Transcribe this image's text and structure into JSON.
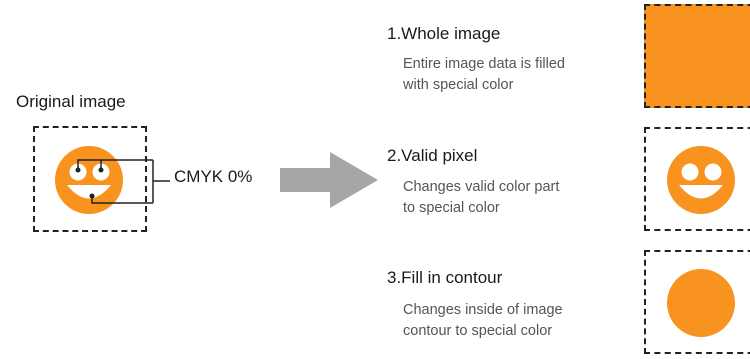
{
  "original": {
    "label": "Original image",
    "callout": "CMYK 0%"
  },
  "options": [
    {
      "title": "1.Whole image",
      "desc_line1": "Entire image data is filled",
      "desc_line2": "with special color"
    },
    {
      "title": "2.Valid pixel",
      "desc_line1": "Changes valid color part",
      "desc_line2": "to special color"
    },
    {
      "title": "3.Fill in contour",
      "desc_line1": "Changes inside of image",
      "desc_line2": "contour to special color"
    }
  ],
  "colors": {
    "orange": "#F7931E",
    "arrow": "#A6A6A6",
    "dash": "#222222"
  }
}
